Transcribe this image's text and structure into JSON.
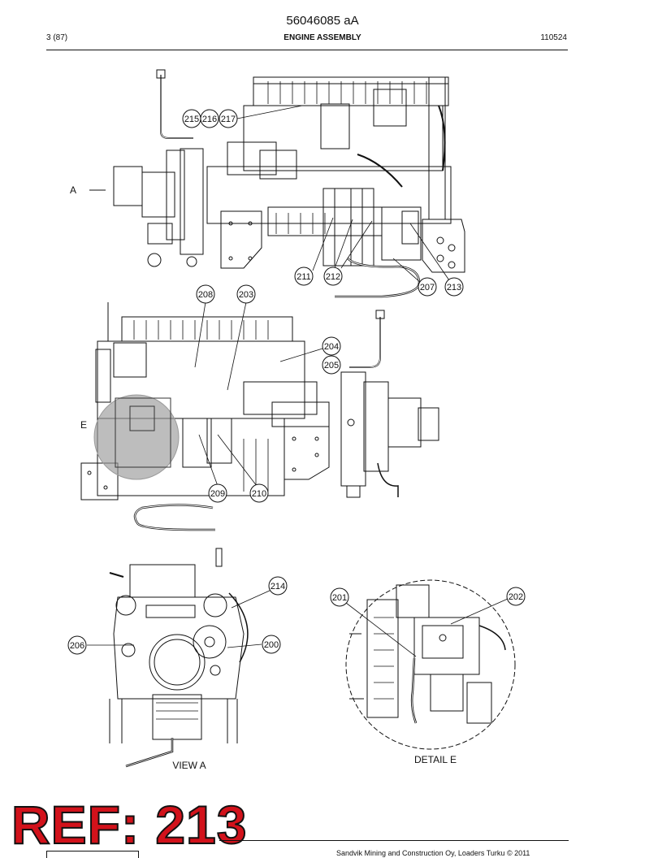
{
  "header": {
    "doc_number": "56046085 aA",
    "page": "3 (87)",
    "section_title": "ENGINE ASSEMBLY",
    "date_code": "110524"
  },
  "drawing": {
    "callouts_view1": [
      "215",
      "216",
      "217",
      "211",
      "212",
      "207",
      "213"
    ],
    "callouts_view2": [
      "208",
      "203",
      "204",
      "205",
      "209",
      "210"
    ],
    "callouts_view_a": [
      "214",
      "206",
      "200"
    ],
    "callouts_detail_e": [
      "201",
      "202"
    ],
    "marker_a": "A",
    "marker_e": "E",
    "view_a_label": "VIEW A",
    "detail_e_label": "DETAIL E"
  },
  "stamp": {
    "text": "REF: 213"
  },
  "footer": {
    "text": "Sandvik Mining and Construction Oy, Loaders Turku © 2011"
  },
  "colors": {
    "stamp_red": "#d2121b",
    "highlight_gray": "#9a9a9a",
    "line": "#111111"
  }
}
